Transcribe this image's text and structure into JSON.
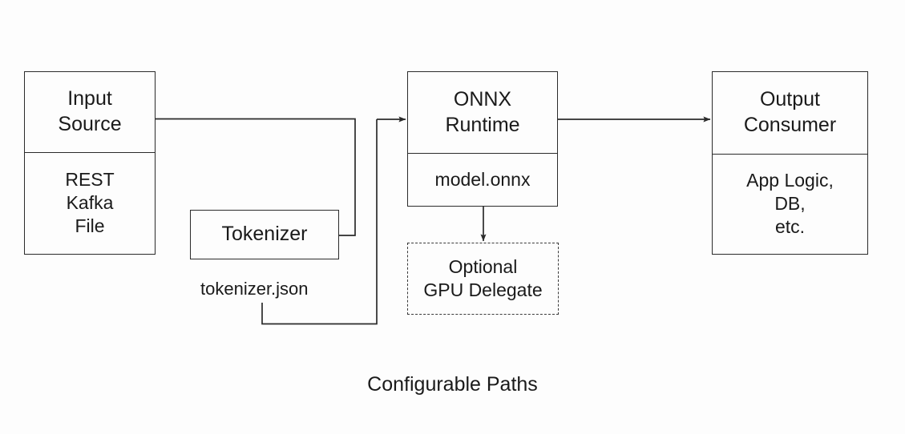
{
  "diagram": {
    "caption": "Configurable Paths",
    "nodes": {
      "input_source": {
        "title": "Input\nSource",
        "detail": "REST\nKafka\nFile"
      },
      "tokenizer": {
        "title": "Tokenizer",
        "file_label": "tokenizer.json"
      },
      "onnx_runtime": {
        "title": "ONNX\nRuntime",
        "detail": "model.onnx"
      },
      "gpu_delegate": {
        "title": "Optional\nGPU Delegate"
      },
      "output_consumer": {
        "title": "Output\nConsumer",
        "detail": "App Logic,\nDB,\netc."
      }
    },
    "connectors": [
      {
        "name": "input-source-to-tokenizer",
        "style": "solid",
        "arrow": false
      },
      {
        "name": "input-source-to-onnx-runtime",
        "style": "solid",
        "arrow": true
      },
      {
        "name": "tokenizer-to-onnx-runtime",
        "style": "solid",
        "arrow": true
      },
      {
        "name": "onnx-runtime-to-output-consumer",
        "style": "solid",
        "arrow": true
      },
      {
        "name": "onnx-runtime-to-gpu-delegate",
        "style": "solid",
        "arrow": true
      }
    ],
    "colors": {
      "background": "#fdfdfd",
      "stroke": "#2b2b2b",
      "dashed_stroke": "#3a3a3a",
      "text": "#1a1a1a"
    }
  }
}
